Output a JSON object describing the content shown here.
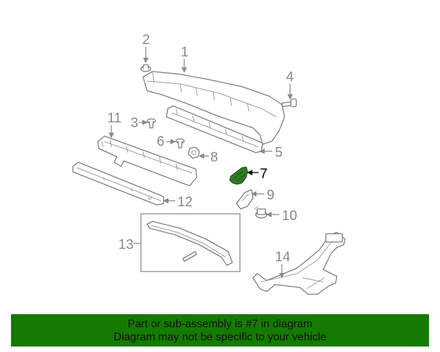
{
  "callouts": {
    "c1": "1",
    "c2": "2",
    "c3": "3",
    "c4": "4",
    "c5": "5",
    "c6": "6",
    "c7": "7",
    "c8": "8",
    "c9": "9",
    "c10": "10",
    "c11": "11",
    "c12": "12",
    "c13": "13",
    "c14": "14"
  },
  "highlighted_part": "7",
  "colors": {
    "banner": "#157a00",
    "highlight_part": "#2f7d22",
    "line_art": "#7a7a7a"
  },
  "banner": {
    "line1": "Part or sub-assembly is #7 in diagram",
    "line2": "Diagram may not be specific to your vehicle"
  }
}
